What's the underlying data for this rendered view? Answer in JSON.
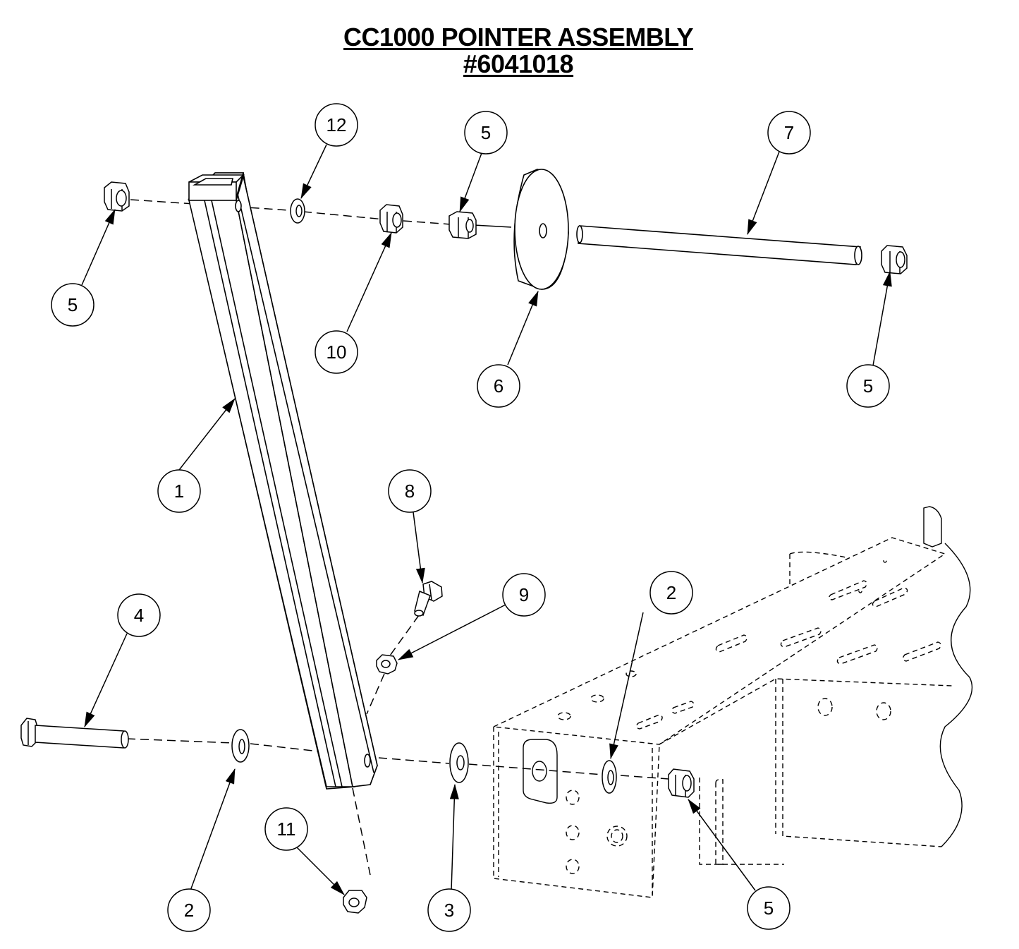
{
  "title": {
    "line1": "CC1000 POINTER  ASSEMBLY",
    "line2": "#6041018"
  },
  "callouts": [
    {
      "id": "c1",
      "label": "1"
    },
    {
      "id": "c2a",
      "label": "2"
    },
    {
      "id": "c2b",
      "label": "2"
    },
    {
      "id": "c3",
      "label": "3"
    },
    {
      "id": "c4",
      "label": "4"
    },
    {
      "id": "c5a",
      "label": "5"
    },
    {
      "id": "c5b",
      "label": "5"
    },
    {
      "id": "c5c",
      "label": "5"
    },
    {
      "id": "c5d",
      "label": "5"
    },
    {
      "id": "c6",
      "label": "6"
    },
    {
      "id": "c7",
      "label": "7"
    },
    {
      "id": "c8",
      "label": "8"
    },
    {
      "id": "c9",
      "label": "9"
    },
    {
      "id": "c10",
      "label": "10"
    },
    {
      "id": "c11",
      "label": "11"
    },
    {
      "id": "c12",
      "label": "12"
    }
  ]
}
